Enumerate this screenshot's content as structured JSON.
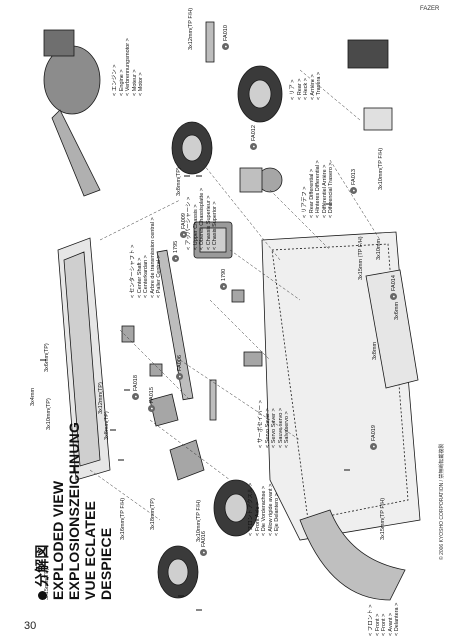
{
  "page": {
    "number": "30",
    "code": "FAZER",
    "copyright": "© 2006 KYOSHO CORPORATION / 禁無断転載複製"
  },
  "title": {
    "jp": "分解図",
    "en": "EXPLODED VIEW",
    "de": "EXPLOSIONSZEICHNUNG",
    "fr": "VUE ECLATEE",
    "es": "DESPIECE"
  },
  "section_labels": [
    {
      "id": "front",
      "lines": [
        "< フロント >",
        "< Front >",
        "< Front >",
        "< Avant >",
        "< Delantera >"
      ]
    },
    {
      "id": "front-axle",
      "lines": [
        "< フロントアクスル >",
        "< Front Axle >",
        "< Die Vorderachse >",
        "< Allow rigide avant >",
        "< Eje Delantero >"
      ]
    },
    {
      "id": "servo-saver",
      "lines": [
        "< サーボセイバー >",
        "< Servo Saver >",
        "< Servo Saver >",
        "< Sauve servo >",
        "< Salvaservo >"
      ]
    },
    {
      "id": "upper-chassis",
      "lines": [
        "< アッパーシャーシ >",
        "< Upper Chassis >",
        "< Oberes Chassisplatte >",
        "< Chassis Superieur >",
        "< Chasis Superior >"
      ]
    },
    {
      "id": "center-shaft",
      "lines": [
        "< センターシャフト >",
        "< Center Shaft >",
        "< Centerkardan >",
        "< Arbre de transmission central >",
        "< Palier Central >"
      ]
    },
    {
      "id": "rear-diff",
      "lines": [
        "< リアデフ >",
        "< Rear Differential >",
        "< Hinteres Differential >",
        "< Différentiel Arrière >",
        "< Diferencial Trasero >"
      ]
    },
    {
      "id": "engine",
      "lines": [
        "< エンジン >",
        "< Engine >",
        "< Verbrennungsmotor >",
        "< Moteur >",
        "< Motor >"
      ]
    },
    {
      "id": "rear",
      "lines": [
        "< リア >",
        "< Rear >",
        "< Heck >",
        "< Arrière >",
        "< Trasera >"
      ]
    }
  ],
  "screw_labels": [
    "3x15mm(TP)",
    "3x12mm(TP)",
    "3x10mm(TP)",
    "3x8mm(TP)",
    "3x6mm(TP)",
    "3x18mm(TP)",
    "3x16mm(TP F/H)",
    "3x10mm(TP F/H)",
    "3x12mm(TP F/H)",
    "3x15mm(TP F/H)",
    "3x8mm",
    "3x6mm",
    "3x10mm",
    "3x10mm(TP F/H)",
    "3x8mm(TP)",
    "3x15mm (TP F/H)",
    "3x4mm"
  ],
  "part_badges": [
    "FA016",
    "FA015",
    "FA018",
    "FA006",
    "FA009",
    "FA012",
    "FA014",
    "FA013",
    "FA010",
    "FA019",
    "1795",
    "1790"
  ],
  "colors": {
    "line": "#1a1a1a",
    "fill": "#d9d9d9",
    "dark": "#3a3a3a",
    "badge": "#666666"
  }
}
